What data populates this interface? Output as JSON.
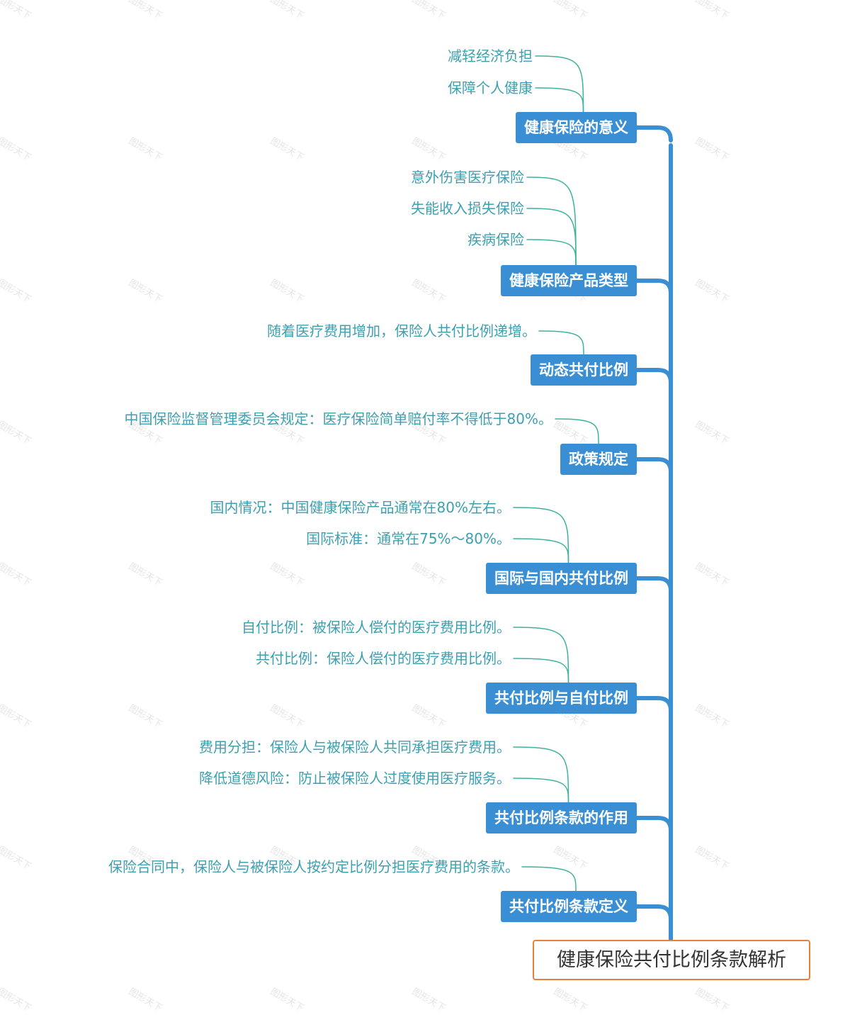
{
  "root": {
    "title": "健康保险共付比例条款解析"
  },
  "branches": [
    {
      "label": "健康保险的意义",
      "children": [
        "减轻经济负担",
        "保障个人健康"
      ]
    },
    {
      "label": "健康保险产品类型",
      "children": [
        "意外伤害医疗保险",
        "失能收入损失保险",
        "疾病保险"
      ]
    },
    {
      "label": "动态共付比例",
      "children": [
        "随着医疗费用增加，保险人共付比例递增。"
      ]
    },
    {
      "label": "政策规定",
      "children": [
        "中国保险监督管理委员会规定：医疗保险简单赔付率不得低于80%。"
      ]
    },
    {
      "label": "国际与国内共付比例",
      "children": [
        "国内情况：中国健康保险产品通常在80%左右。",
        "国际标准：通常在75%～80%。"
      ]
    },
    {
      "label": "共付比例与自付比例",
      "children": [
        "自付比例：被保险人偿付的医疗费用比例。",
        "共付比例：保险人偿付的医疗费用比例。"
      ]
    },
    {
      "label": "共付比例条款的作用",
      "children": [
        "费用分担：保险人与被保险人共同承担医疗费用。",
        "降低道德风险：防止被保险人过度使用医疗服务。"
      ]
    },
    {
      "label": "共付比例条款定义",
      "children": [
        "保险合同中，保险人与被保险人按约定比例分担医疗费用的条款。"
      ]
    }
  ],
  "watermark": "图形天下",
  "colors": {
    "trunk": "#3a8fd4",
    "branch_fill": "#3a8fd4",
    "leaf_text": "#3da0b0",
    "leaf_line": "#3db39e",
    "root_border": "#e8803a"
  }
}
